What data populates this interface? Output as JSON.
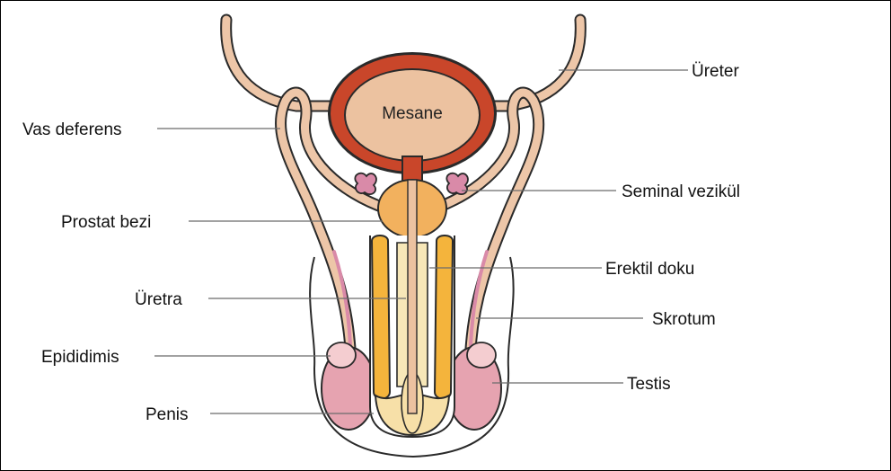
{
  "labels": {
    "ureter": "Üreter",
    "vas_deferens": "Vas deferens",
    "mesane": "Mesane",
    "seminal_vezikul": "Seminal vezikül",
    "prostat_bezi": "Prostat bezi",
    "erektil_doku": "Erektil doku",
    "uretra": "Üretra",
    "skrotum": "Skrotum",
    "epididimis": "Epididimis",
    "testis": "Testis",
    "penis": "Penis"
  },
  "colors": {
    "bladder_wall": "#c9462a",
    "bladder_fill": "#ecc2a0",
    "tube_fill": "#edc6a8",
    "prostate": "#f2b15e",
    "erectile": "#f4b43c",
    "vesicle": "#d98aa8",
    "testis": "#e6a3b0",
    "epididymis": "#f4cdd0",
    "glans": "#f7e0a8"
  }
}
